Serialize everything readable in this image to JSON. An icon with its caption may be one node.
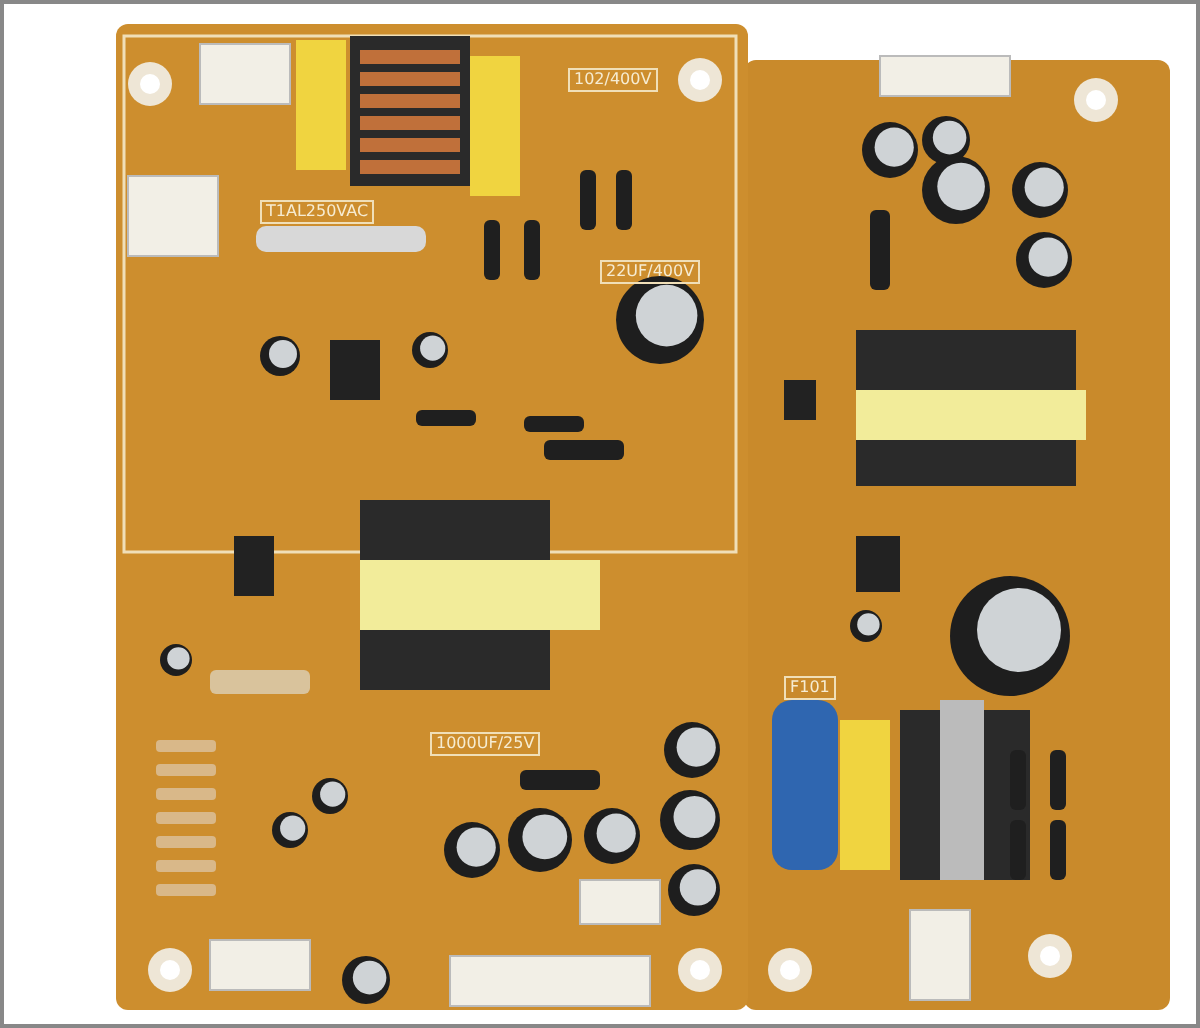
{
  "diagram": {
    "labels": [
      "102/400V",
      "T1AL250VAC",
      "22UF/400V",
      "1000UF/25V",
      "F101"
    ]
  }
}
